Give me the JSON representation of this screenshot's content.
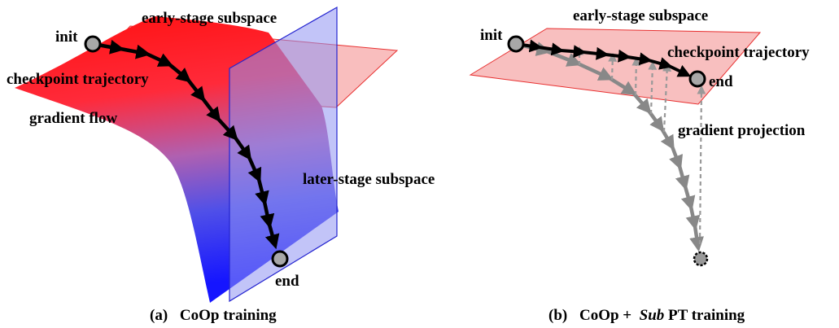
{
  "left_panel": {
    "caption_prefix": "(a)",
    "caption_text": "CoOp training",
    "labels": {
      "early_subspace": "early-stage subspace",
      "init": "init",
      "checkpoint_trajectory": "checkpoint trajectory",
      "gradient_flow": "gradient flow",
      "later_subspace": "later-stage subspace",
      "end": "end"
    }
  },
  "right_panel": {
    "caption_prefix": "(b)",
    "caption_text_1": "CoOp + ",
    "caption_text_italic": "Sub",
    "caption_text_2": "PT training",
    "labels": {
      "early_subspace": "early-stage subspace",
      "init": "init",
      "checkpoint_trajectory": "checkpoint trajectory",
      "end": "end",
      "gradient_projection": "gradient projection"
    }
  },
  "colors": {
    "early_plane_fill": "#f7a8a8",
    "early_plane_stroke": "#e83030",
    "later_plane_fill": "#9a9cf5",
    "later_plane_stroke": "#2020c8",
    "surface_top": "#ff1a1a",
    "surface_bottom": "#1a1aff",
    "trajectory": "#000000",
    "projection": "#888888",
    "node_fill": "#a8a8a8"
  }
}
